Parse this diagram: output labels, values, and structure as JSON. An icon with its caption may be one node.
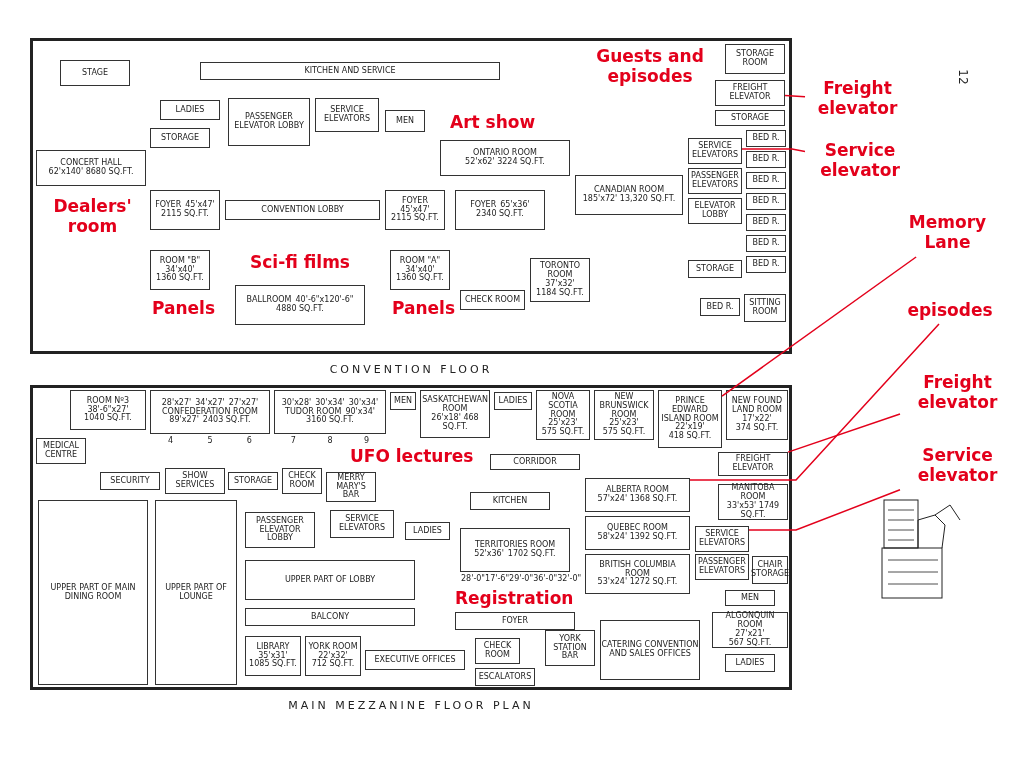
{
  "diagram": {
    "nodes": [
      {
        "text": [
          "CONVENTION FLOOR"
        ]
      },
      {
        "text": [
          "STAGE"
        ],
        "in": 0
      },
      {
        "text": [
          "KITCHEN AND SERVICE"
        ],
        "in": 0
      },
      {
        "text": [
          "LADIES"
        ],
        "in": 0
      },
      {
        "text": [
          "STORAGE"
        ],
        "in": 0
      },
      {
        "text": [
          "PASSENGER ELEVATOR LOBBY"
        ],
        "in": 0
      },
      {
        "text": [
          "SERVICE ELEVATORS"
        ],
        "in": 0
      },
      {
        "text": [
          "MEN"
        ],
        "in": 0
      },
      {
        "text": [
          "ONTARIO ROOM",
          "52'x62' 3224 SQ.FT."
        ],
        "in": 0
      },
      {
        "text": [
          "CANADIAN ROOM",
          "185'x72' 13,320 SQ.FT."
        ],
        "in": 0
      },
      {
        "text": [
          "CONCERT HALL",
          "62'x140' 8680 SQ.FT."
        ],
        "in": 0
      },
      {
        "text": [
          "FOYER",
          "45'x47'",
          "2115 SQ.FT."
        ],
        "in": 0
      },
      {
        "text": [
          "CONVENTION LOBBY"
        ],
        "in": 0
      },
      {
        "text": [
          "FOYER",
          "45'x47'",
          "2115 SQ.FT."
        ],
        "in": 0
      },
      {
        "text": [
          "FOYER",
          "65'x36'",
          "2340 SQ.FT."
        ],
        "in": 0
      },
      {
        "text": [
          "ROOM \"B\"",
          "34'x40'",
          "1360 SQ.FT."
        ],
        "in": 0
      },
      {
        "text": [
          "BALLROOM",
          "40'-6\"x120'-6\"",
          "4880 SQ.FT."
        ],
        "in": 0
      },
      {
        "text": [
          "ROOM \"A\"",
          "34'x40'",
          "1360 SQ.FT."
        ],
        "in": 0
      },
      {
        "text": [
          "CHECK ROOM"
        ],
        "in": 0
      },
      {
        "text": [
          "TORONTO ROOM",
          "37'x32'",
          "1184 SQ.FT."
        ],
        "in": 0
      },
      {
        "text": [
          "STORAGE ROOM"
        ],
        "in": 0
      },
      {
        "text": [
          "FREIGHT ELEVATOR"
        ],
        "in": 0
      },
      {
        "text": [
          "STORAGE"
        ],
        "in": 0
      },
      {
        "text": [
          "BED R."
        ],
        "in": 0
      },
      {
        "text": [
          "BED R."
        ],
        "in": 0
      },
      {
        "text": [
          "BED R."
        ],
        "in": 0
      },
      {
        "text": [
          "BED R."
        ],
        "in": 0
      },
      {
        "text": [
          "BED R."
        ],
        "in": 0
      },
      {
        "text": [
          "BED R."
        ],
        "in": 0
      },
      {
        "text": [
          "BED R."
        ],
        "in": 0
      },
      {
        "text": [
          "SERVICE ELEVATORS"
        ],
        "in": 0
      },
      {
        "text": [
          "PASSENGER ELEVATORS"
        ],
        "in": 0
      },
      {
        "text": [
          "ELEVATOR LOBBY"
        ],
        "in": 0
      },
      {
        "text": [
          "STORAGE"
        ],
        "in": 0
      },
      {
        "text": [
          "BED R."
        ],
        "in": 0
      },
      {
        "text": [
          "SITTING ROOM"
        ],
        "in": 0
      },
      {
        "text": [
          "Freight elevator"
        ]
      },
      {
        "text": [
          "Service elevator"
        ]
      },
      {
        "text": [
          "Memory Lane"
        ]
      },
      {
        "text": [
          "episodes"
        ]
      },
      {
        "text": [
          "MAIN MEZZANINE FLOOR PLAN"
        ]
      },
      {
        "text": [
          "ROOM Nº3",
          "38'-6\"x27'",
          "1040 SQ.FT."
        ],
        "in": 40
      },
      {
        "text": [
          "28'x27'",
          "34'x27'",
          "27'x27'",
          "CONFEDERATION ROOM",
          "89'x27'",
          "2403 SQ.FT."
        ],
        "in": 40,
        "beside": [
          "4",
          "5",
          "6"
        ]
      },
      {
        "text": [
          "30'x28'",
          "30'x34'",
          "30'x34'",
          "TUDOR ROOM",
          "90'x34'",
          "3160 SQ.FT."
        ],
        "in": 40,
        "beside": [
          "7",
          "8",
          "9"
        ]
      },
      {
        "text": [
          "MEN"
        ],
        "in": 40
      },
      {
        "text": [
          "SASKATCHEWAN ROOM",
          "26'x18' 468 SQ.FT."
        ],
        "in": 40
      },
      {
        "text": [
          "LADIES"
        ],
        "in": 40
      },
      {
        "text": [
          "NOVA SCOTIA ROOM",
          "25'x23'",
          "575 SQ.FT."
        ],
        "in": 40
      },
      {
        "text": [
          "NEW BRUNSWICK ROOM",
          "25'x23'",
          "575 SQ.FT."
        ],
        "in": 40
      },
      {
        "text": [
          "PRINCE EDWARD ISLAND ROOM",
          "22'x19'",
          "418 SQ.FT."
        ],
        "in": 40
      },
      {
        "text": [
          "NEW FOUND LAND ROOM",
          "17'x22'",
          "374 SQ.FT."
        ],
        "in": 40
      },
      {
        "text": [
          "MEDICAL CENTRE"
        ],
        "in": 40
      },
      {
        "text": [
          "SECURITY"
        ],
        "in": 40
      },
      {
        "text": [
          "SHOW SERVICES"
        ],
        "in": 40
      },
      {
        "text": [
          "STORAGE"
        ],
        "in": 40
      },
      {
        "text": [
          "CHECK ROOM"
        ],
        "in": 40
      },
      {
        "text": [
          "MERRY MARY'S BAR"
        ],
        "in": 40
      },
      {
        "text": [
          "PASSENGER ELEVATOR LOBBY"
        ],
        "in": 40
      },
      {
        "text": [
          "SERVICE ELEVATORS"
        ],
        "in": 40
      },
      {
        "text": [
          "CORRIDOR"
        ],
        "in": 40
      },
      {
        "text": [
          "KITCHEN"
        ],
        "in": 40
      },
      {
        "text": [
          "LADIES"
        ],
        "in": 40
      },
      {
        "text": [
          "TERRITORIES ROOM",
          "52'x36'",
          "1702 SQ.FT."
        ],
        "in": 40,
        "beside": [
          "28'-0\"",
          "17'-6\"",
          "29'-0\"",
          "36'-0\"",
          "32'-0\""
        ]
      },
      {
        "text": [
          "ALBERTA ROOM",
          "57'x24' 1368 SQ.FT."
        ],
        "in": 40
      },
      {
        "text": [
          "QUEBEC ROOM",
          "58'x24' 1392 SQ.FT."
        ],
        "in": 40
      },
      {
        "text": [
          "BRITISH COLUMBIA ROOM",
          "53'x24' 1272 SQ.FT."
        ],
        "in": 40
      },
      {
        "text": [
          "MANITOBA ROOM",
          "33'x53' 1749 SQ.FT."
        ],
        "in": 40
      },
      {
        "text": [
          "FREIGHT ELEVATOR"
        ],
        "in": 40
      },
      {
        "text": [
          "SERVICE ELEVATORS"
        ],
        "in": 40
      },
      {
        "text": [
          "PASSENGER ELEVATORS"
        ],
        "in": 40
      },
      {
        "text": [
          "CHAIR STORAGE"
        ],
        "in": 40
      },
      {
        "text": [
          "MEN"
        ],
        "in": 40
      },
      {
        "text": [
          "ALGONQUIN ROOM",
          "27'x21'",
          "567 SQ.FT."
        ],
        "in": 40
      },
      {
        "text": [
          "LADIES"
        ],
        "in": 40
      },
      {
        "text": [
          "UPPER PART OF MAIN DINING ROOM"
        ],
        "in": 40
      },
      {
        "text": [
          "UPPER PART OF LOUNGE"
        ],
        "in": 40
      },
      {
        "text": [
          "UPPER PART OF LOBBY"
        ],
        "in": 40
      },
      {
        "text": [
          "BALCONY"
        ],
        "in": 40
      },
      {
        "text": [
          "LIBRARY",
          "35'x31'",
          "1085 SQ.FT."
        ],
        "in": 40
      },
      {
        "text": [
          "YORK ROOM",
          "22'x32'",
          "712 SQ.FT."
        ],
        "in": 40
      },
      {
        "text": [
          "EXECUTIVE OFFICES"
        ],
        "in": 40
      },
      {
        "text": [
          "CHECK ROOM"
        ],
        "in": 40
      },
      {
        "text": [
          "ESCALATORS"
        ],
        "in": 40
      },
      {
        "text": [
          "YORK STATION BAR"
        ],
        "in": 40
      },
      {
        "text": [
          "CATERING CONVENTION AND SALES OFFICES"
        ],
        "in": 40
      },
      {
        "text": [
          "FOYER"
        ],
        "in": 40
      },
      {
        "text": [
          "Freight elevator"
        ]
      },
      {
        "text": [
          "Service elevator"
        ]
      }
    ],
    "edges": [
      {
        "from": 36,
        "to": 21,
        "arrow": "none"
      },
      {
        "from": 37,
        "to": 30,
        "arrow": "none"
      },
      {
        "from": 38,
        "to": 49,
        "arrow": "none"
      },
      {
        "from": 39,
        "to": 63,
        "arrow": "none"
      },
      {
        "from": 86,
        "to": 67,
        "arrow": "none"
      },
      {
        "from": 87,
        "to": 68,
        "arrow": "none"
      }
    ],
    "labels": [
      "Guests and episodes",
      "12",
      "Art show",
      "Dealers' room",
      "Sci-fi films",
      "Panels",
      "Panels",
      "UFO lectures",
      "Registration"
    ]
  }
}
